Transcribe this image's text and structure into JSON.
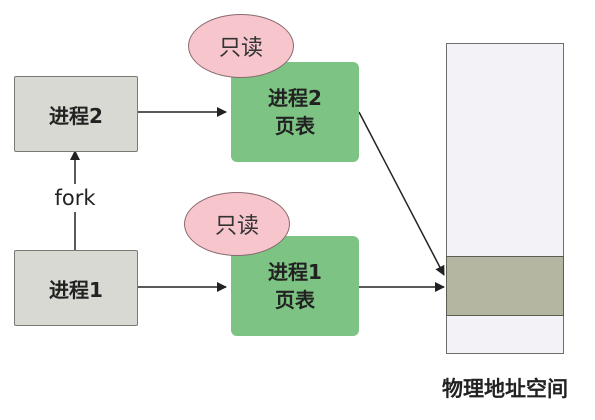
{
  "nodes": {
    "process2": {
      "label": "进程2"
    },
    "process1": {
      "label": "进程1"
    },
    "page_table2": {
      "line1": "进程2",
      "line2": "页表"
    },
    "page_table1": {
      "line1": "进程1",
      "line2": "页表"
    }
  },
  "badges": {
    "top": "只读",
    "bottom": "只读"
  },
  "edges": {
    "fork_label": "fork"
  },
  "physical_memory": {
    "label": "物理地址空间"
  },
  "colors": {
    "process_fill": "#d9d9d3",
    "page_table_fill": "#7dc383",
    "readonly_badge_fill": "#f7c6cd",
    "memory_fill": "#f3f3f7",
    "shared_block_fill": "#b5b6a2"
  }
}
